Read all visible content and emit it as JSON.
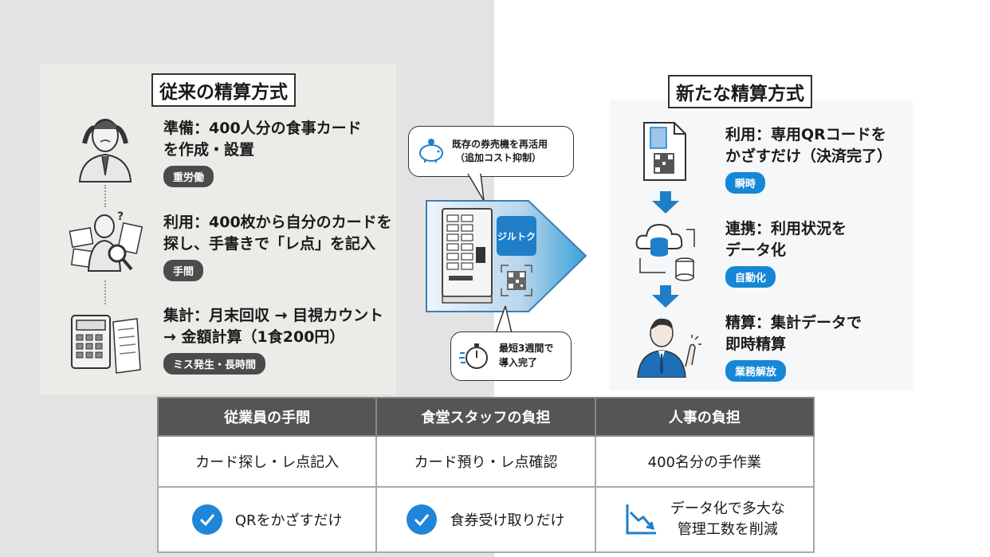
{
  "old_method": {
    "title": "従来の精算方式",
    "items": [
      {
        "line1": "準備：400人分の食事カード",
        "line2": "を作成・設置",
        "tag": "重労働",
        "icon": "stressed-person-icon"
      },
      {
        "line1": "利用：400枚から自分のカードを",
        "line2": "探し、手書きで「レ点」を記入",
        "tag": "手間",
        "icon": "searching-person-icon"
      },
      {
        "line1": "集計：月末回収 → 目視カウント",
        "line2": "→ 金額計算（1食200円）",
        "tag": "ミス発生・長時間",
        "icon": "calculator-receipt-icon"
      }
    ]
  },
  "center": {
    "callout_top": {
      "line1": "既存の券売機を再活用",
      "line2": "（追加コスト抑制）",
      "icon": "piggy-bank-icon"
    },
    "app_logo_text": "ジルトク",
    "callout_bottom": {
      "line1": "最短3週間で",
      "line2": "導入完了",
      "icon": "stopwatch-icon"
    },
    "accent_color": "#3aa0d8"
  },
  "new_method": {
    "title": "新たな精算方式",
    "items": [
      {
        "line1": "利用：専用QRコードを",
        "line2": "かざすだけ（決済完了）",
        "tag": "瞬時",
        "icon": "qr-document-icon"
      },
      {
        "line1": "連携：利用状況を",
        "line2": "データ化",
        "tag": "自動化",
        "icon": "cloud-database-icon"
      },
      {
        "line1": "精算：集計データで",
        "line2": "即時精算",
        "tag": "業務解放",
        "icon": "businessman-icon"
      }
    ]
  },
  "summary_table": {
    "headers": [
      "従業員の手間",
      "食堂スタッフの負担",
      "人事の負担"
    ],
    "before": [
      "カード探し・レ点記入",
      "カード預り・レ点確認",
      "400名分の手作業"
    ],
    "after": [
      {
        "text": "QRをかざすだけ",
        "icon": "check-circle-icon"
      },
      {
        "text": "食券受け取りだけ",
        "icon": "check-circle-icon"
      },
      {
        "text": "データ化で多大な",
        "text2": "管理工数を削減",
        "icon": "downtrend-chart-icon"
      }
    ]
  }
}
